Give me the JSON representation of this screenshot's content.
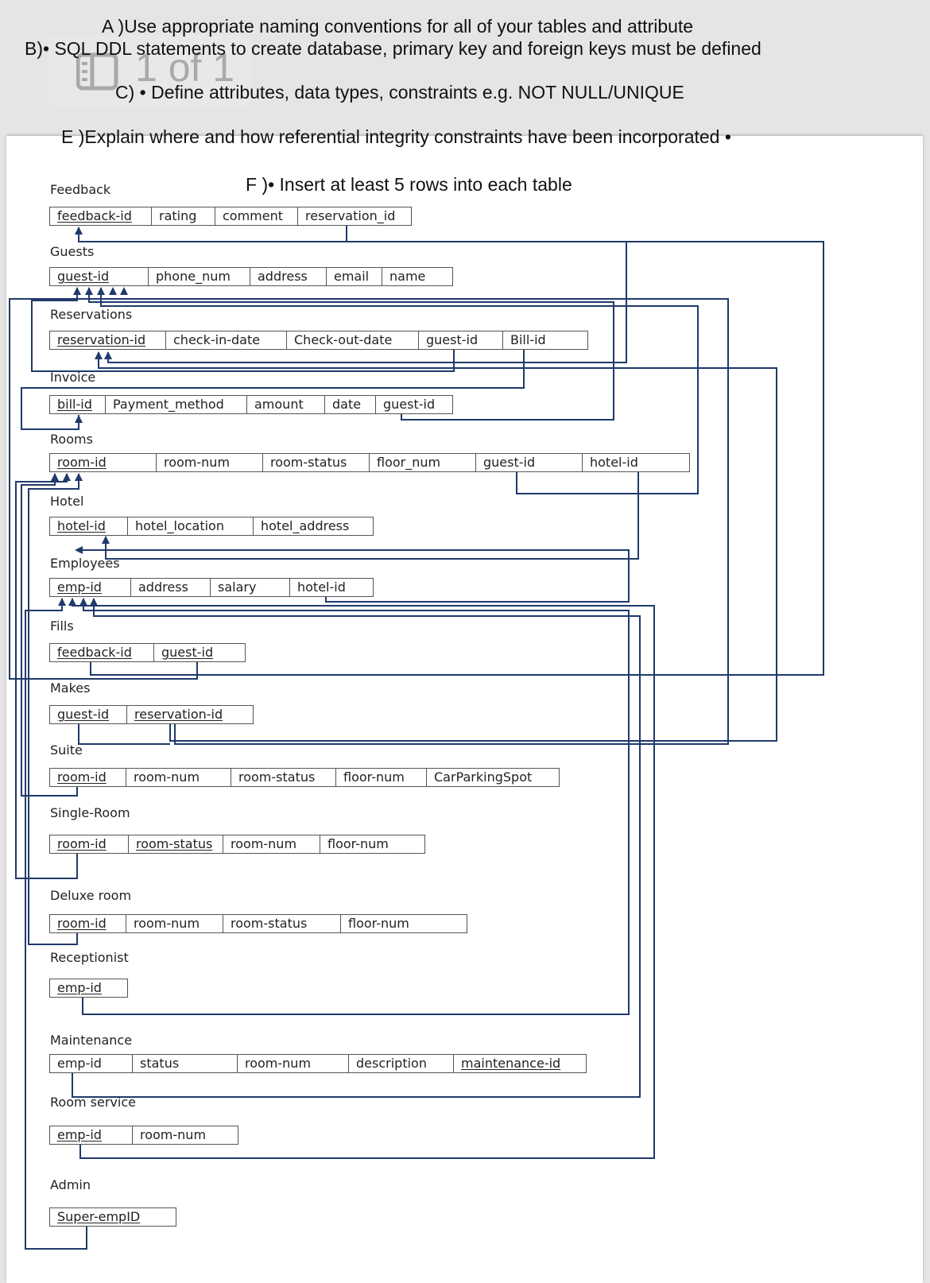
{
  "badge": {
    "text": "1 of 1",
    "icon": "document-pages-icon"
  },
  "instructions": {
    "a": "A )Use appropriate naming conventions for all of your tables and attribute",
    "b": "B)• SQL DDL statements to create database, primary key and foreign keys must be defined",
    "c": "C) • Define attributes, data types, constraints e.g. NOT NULL/UNIQUE",
    "e": "E )Explain where and how referential integrity constraints have been incorporated •",
    "f": "F )• Insert at least 5 rows into each table"
  },
  "colors": {
    "background": "#e5e5e5",
    "paper": "#ffffff",
    "connector": "#1f3a6b",
    "border": "#555555"
  },
  "tables": [
    {
      "name": "Feedback",
      "fields": [
        {
          "text": "feedback-id",
          "pk": true
        },
        {
          "text": "rating",
          "pk": false
        },
        {
          "text": "comment",
          "pk": false
        },
        {
          "text": "reservation_id",
          "pk": false
        }
      ]
    },
    {
      "name": "Guests",
      "fields": [
        {
          "text": "guest-id",
          "pk": true
        },
        {
          "text": "phone_num",
          "pk": false
        },
        {
          "text": "address",
          "pk": false
        },
        {
          "text": "email",
          "pk": false
        },
        {
          "text": "name",
          "pk": false
        }
      ]
    },
    {
      "name": "Reservations",
      "fields": [
        {
          "text": "reservation-id",
          "pk": true
        },
        {
          "text": "check-in-date",
          "pk": false
        },
        {
          "text": "Check-out-date",
          "pk": false
        },
        {
          "text": "guest-id",
          "pk": false
        },
        {
          "text": "Bill-id",
          "pk": false
        }
      ]
    },
    {
      "name": "Invoice",
      "fields": [
        {
          "text": "bill-id",
          "pk": true
        },
        {
          "text": "Payment_method",
          "pk": false
        },
        {
          "text": "amount",
          "pk": false
        },
        {
          "text": "date",
          "pk": false
        },
        {
          "text": "guest-id",
          "pk": false
        }
      ]
    },
    {
      "name": "Rooms",
      "fields": [
        {
          "text": "room-id",
          "pk": true
        },
        {
          "text": "room-num",
          "pk": false
        },
        {
          "text": "room-status",
          "pk": false
        },
        {
          "text": "floor_num",
          "pk": false
        },
        {
          "text": "guest-id",
          "pk": false
        },
        {
          "text": "hotel-id",
          "pk": false
        }
      ]
    },
    {
      "name": "Hotel",
      "fields": [
        {
          "text": "hotel-id",
          "pk": true
        },
        {
          "text": "hotel_location",
          "pk": false
        },
        {
          "text": "hotel_address",
          "pk": false
        }
      ]
    },
    {
      "name": "Employees",
      "fields": [
        {
          "text": "emp-id",
          "pk": true
        },
        {
          "text": "address",
          "pk": false
        },
        {
          "text": "salary",
          "pk": false
        },
        {
          "text": "hotel-id",
          "pk": false
        }
      ]
    },
    {
      "name": "Fills",
      "fields": [
        {
          "text": "feedback-id",
          "pk": true
        },
        {
          "text": "guest-id",
          "pk": true
        }
      ]
    },
    {
      "name": "Makes",
      "fields": [
        {
          "text": "guest-id",
          "pk": true
        },
        {
          "text": "reservation-id",
          "pk": true
        }
      ]
    },
    {
      "name": "Suite",
      "fields": [
        {
          "text": "room-id",
          "pk": true
        },
        {
          "text": "room-num",
          "pk": false
        },
        {
          "text": "room-status",
          "pk": false
        },
        {
          "text": "floor-num",
          "pk": false
        },
        {
          "text": "CarParkingSpot",
          "pk": false
        }
      ]
    },
    {
      "name": "Single-Room",
      "fields": [
        {
          "text": "room-id",
          "pk": true
        },
        {
          "text": "room-status",
          "pk": true
        },
        {
          "text": "room-num",
          "pk": false
        },
        {
          "text": "floor-num",
          "pk": false
        }
      ]
    },
    {
      "name": "Deluxe room",
      "fields": [
        {
          "text": "room-id",
          "pk": true
        },
        {
          "text": "room-num",
          "pk": false
        },
        {
          "text": "room-status",
          "pk": false
        },
        {
          "text": "floor-num",
          "pk": false
        }
      ]
    },
    {
      "name": "Receptionist",
      "fields": [
        {
          "text": "emp-id",
          "pk": true
        }
      ]
    },
    {
      "name": "Maintenance",
      "fields": [
        {
          "text": "emp-id",
          "pk": false
        },
        {
          "text": "status",
          "pk": false
        },
        {
          "text": "room-num",
          "pk": false
        },
        {
          "text": "description",
          "pk": false
        },
        {
          "text": "maintenance-id",
          "pk": true
        }
      ]
    },
    {
      "name": "Room service",
      "fields": [
        {
          "text": "emp-id",
          "pk": true
        },
        {
          "text": "room-num",
          "pk": false
        }
      ]
    },
    {
      "name": "Admin",
      "fields": [
        {
          "text": "Super-empID",
          "pk": true
        }
      ]
    }
  ]
}
